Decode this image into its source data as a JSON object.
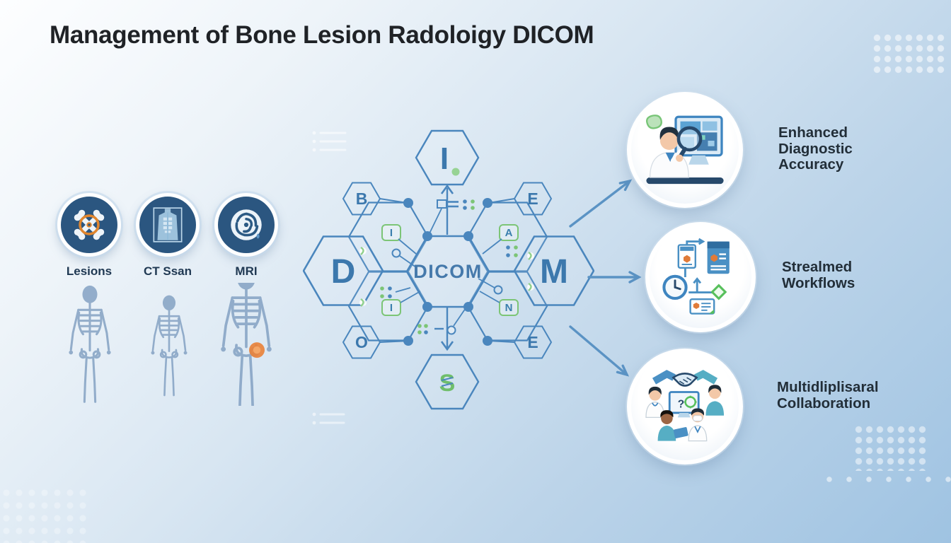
{
  "title": "Management of Bone Lesion Radoloigy DICOM",
  "modalities": [
    {
      "label": "Lesions",
      "icon": "crossed-bones-icon"
    },
    {
      "label": "CT Ssan",
      "icon": "ct-torso-icon"
    },
    {
      "label": "MRI",
      "icon": "mri-swirl-icon"
    }
  ],
  "diagram": {
    "center": "DICOM",
    "hex_top": "I",
    "hex_left": "D",
    "hex_right": "M",
    "hex_bottom": "S",
    "hex_small_top_left": "B",
    "hex_small_top_right": "E",
    "hex_small_bottom_left": "O",
    "hex_small_bottom_right": "E",
    "badge_top_left": "I",
    "badge_top_right": "A",
    "badge_bottom_left": "I",
    "badge_bottom_right": "N"
  },
  "benefits": [
    {
      "icon": "doctor-magnifier-icon",
      "lines": [
        "Enhanced",
        "Diagnostic",
        "Accuracy"
      ]
    },
    {
      "icon": "workflow-clock-icon",
      "lines": [
        "Strealmed",
        "Workflows"
      ]
    },
    {
      "icon": "team-collaboration-icon",
      "lines": [
        "Multidliplisaral",
        "Collaboration"
      ]
    }
  ],
  "colors": {
    "accent_blue": "#4a86bd",
    "deep_navy": "#2b5680",
    "green": "#7cc576",
    "orange": "#e0862f",
    "skeleton_blue": "#7e9dc0",
    "title_text": "#1f2226"
  }
}
